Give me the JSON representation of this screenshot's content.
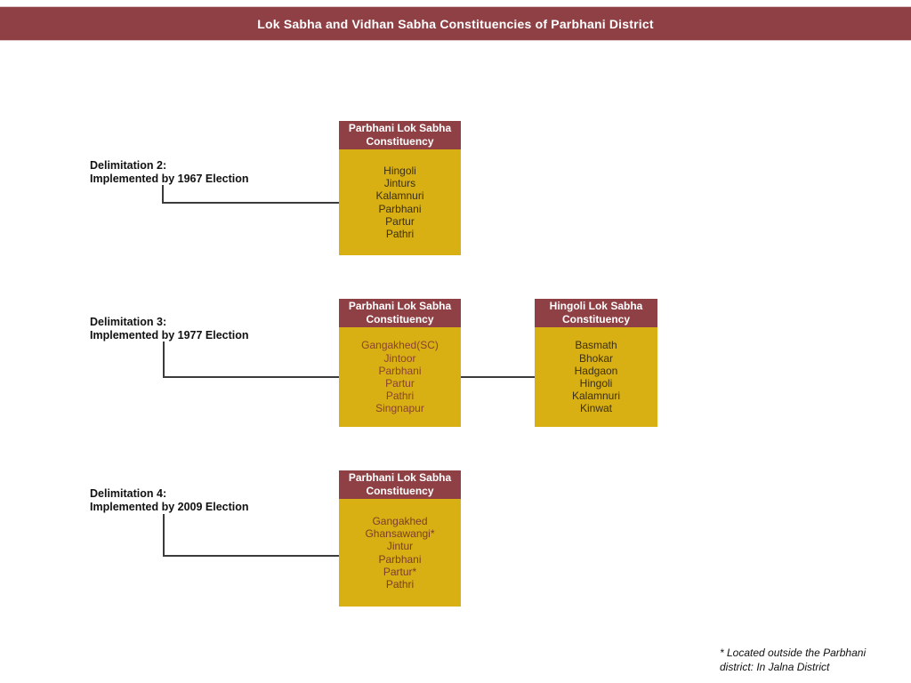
{
  "title": "Lok Sabha and Vidhan Sabha Constituencies of Parbhani District",
  "colors": {
    "maroon": "#8e4045",
    "gold": "#d8b013",
    "line": "#3b3b3b",
    "dark_item_text": "#3c2f10",
    "maroon_item_text": "#8a4230",
    "maroon_item_text_2009": "#7c3d28"
  },
  "sections": [
    {
      "label_line1": "Delimitation 2:",
      "label_line2": "Implemented by 1967 Election",
      "boxes": [
        {
          "header_line1": "Parbhani Lok Sabha",
          "header_line2": "Constituency",
          "text_color": "#3c2f10",
          "items": [
            "Hingoli",
            "Jinturs",
            "Kalamnuri",
            "Parbhani",
            "Partur",
            "Pathri"
          ]
        }
      ]
    },
    {
      "label_line1": "Delimitation 3:",
      "label_line2": "Implemented by 1977 Election",
      "boxes": [
        {
          "header_line1": "Parbhani Lok Sabha",
          "header_line2": "Constituency",
          "text_color": "#8a4230",
          "items": [
            "Gangakhed(SC)",
            "Jintoor",
            "Parbhani",
            "Partur",
            "Pathri",
            "Singnapur"
          ]
        },
        {
          "header_line1": "Hingoli Lok Sabha",
          "header_line2": "Constituency",
          "text_color": "#3c2f10",
          "items": [
            "Basmath",
            "Bhokar",
            "Hadgaon",
            "Hingoli",
            "Kalamnuri",
            "Kinwat"
          ]
        }
      ]
    },
    {
      "label_line1": "Delimitation 4:",
      "label_line2": "Implemented by 2009 Election",
      "boxes": [
        {
          "header_line1": "Parbhani Lok Sabha",
          "header_line2": "Constituency",
          "text_color": "#7c3d28",
          "items": [
            "Gangakhed",
            "Ghansawangi*",
            "Jintur",
            "Parbhani",
            "Partur*",
            "Pathri"
          ]
        }
      ]
    }
  ],
  "footnote": {
    "line1": "* Located outside the Parbhani",
    "line2": "district: In Jalna District"
  }
}
